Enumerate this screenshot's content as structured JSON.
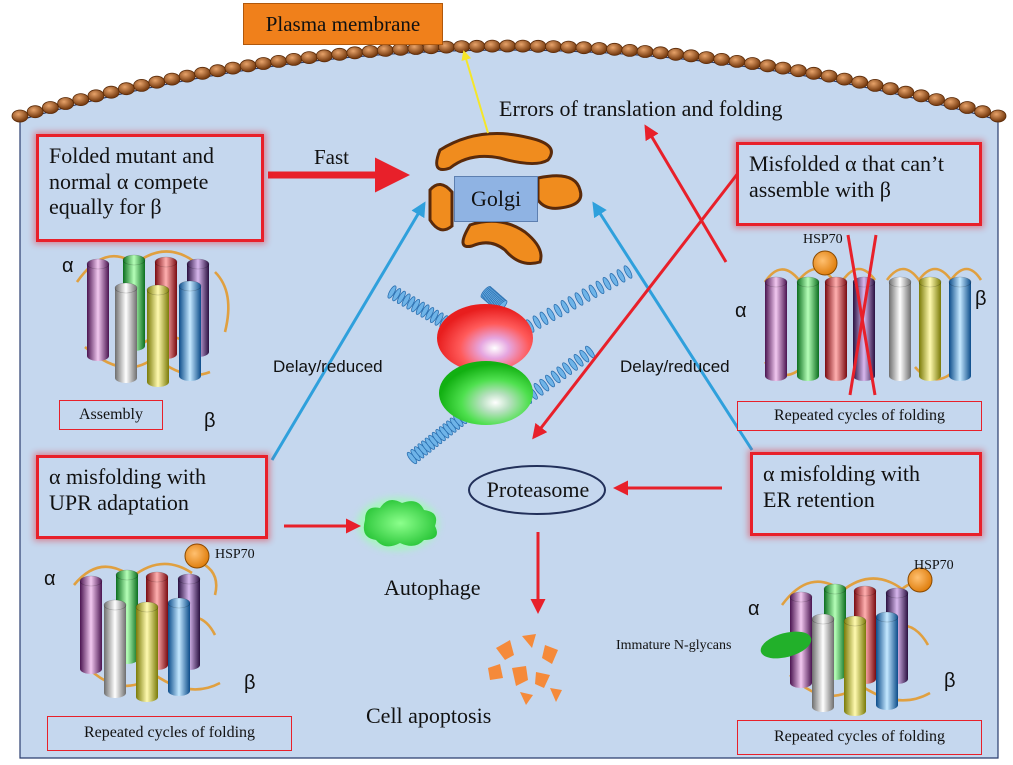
{
  "plasma_membrane": "Plasma membrane",
  "errors_label": "Errors of translation and folding",
  "golgi": "Golgi",
  "fast": "Fast",
  "delay_left": "Delay/reduced",
  "delay_right": "Delay/reduced",
  "proteasome": "Proteasome",
  "autophage": "Autophage",
  "apoptosis": "Cell apoptosis",
  "box_tl": [
    "Folded mutant and",
    "normal α compete",
    "equally for β"
  ],
  "box_tr": [
    "Misfolded α that can’t",
    "assemble with β"
  ],
  "box_ml": [
    "α misfolding with",
    "UPR adaptation"
  ],
  "box_mr": [
    "α misfolding with",
    "ER retention"
  ],
  "assembly": "Assembly",
  "repeated_folding": "Repeated cycles of folding",
  "hsp70": "HSP70",
  "alpha": "α",
  "beta": "β",
  "immature_glycans": "Immature N-glycans",
  "colors": {
    "cell": "#c5d7ee",
    "arrow_red": "#e8202a",
    "arrow_blue": "#2fa0dc",
    "golgi": "#f08c1e",
    "membrane_bead": "#b3652c"
  }
}
